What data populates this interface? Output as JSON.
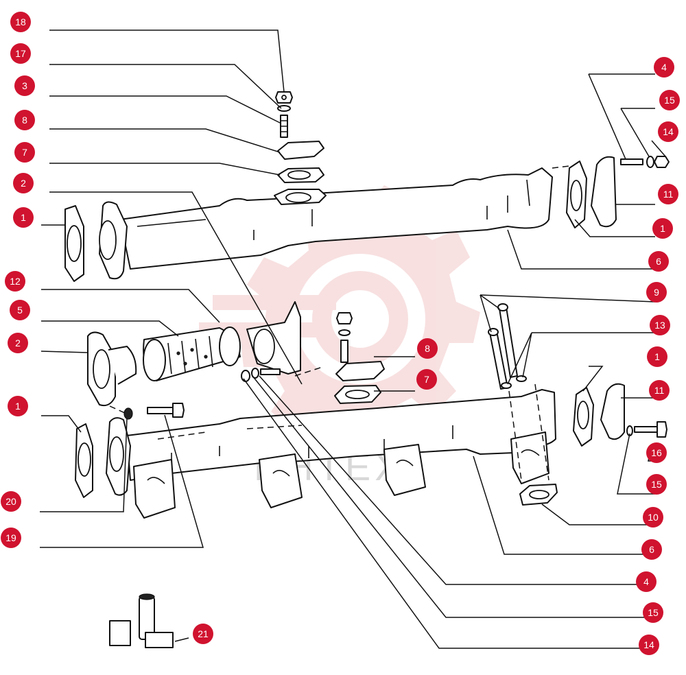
{
  "colors": {
    "callout": "#d0132f",
    "watermark": "#f3c8c8",
    "line": "#111111"
  },
  "watermark": {
    "text": "ИНТЕХ",
    "icon": "gear-logo-icon"
  },
  "callouts": [
    {
      "id": "c18l",
      "label": "18"
    },
    {
      "id": "c17l",
      "label": "17"
    },
    {
      "id": "c3l",
      "label": "3"
    },
    {
      "id": "c8l",
      "label": "8"
    },
    {
      "id": "c7l",
      "label": "7"
    },
    {
      "id": "c2l",
      "label": "2"
    },
    {
      "id": "c1l",
      "label": "1"
    },
    {
      "id": "c12l",
      "label": "12"
    },
    {
      "id": "c5l",
      "label": "5"
    },
    {
      "id": "c2l2",
      "label": "2"
    },
    {
      "id": "c1l2",
      "label": "1"
    },
    {
      "id": "c20l",
      "label": "20"
    },
    {
      "id": "c19l",
      "label": "19"
    },
    {
      "id": "c21",
      "label": "21"
    },
    {
      "id": "c4r",
      "label": "4"
    },
    {
      "id": "c15r",
      "label": "15"
    },
    {
      "id": "c14r",
      "label": "14"
    },
    {
      "id": "c11r",
      "label": "11"
    },
    {
      "id": "c1r",
      "label": "1"
    },
    {
      "id": "c6r",
      "label": "6"
    },
    {
      "id": "c9r",
      "label": "9"
    },
    {
      "id": "c13r",
      "label": "13"
    },
    {
      "id": "c1r2",
      "label": "1"
    },
    {
      "id": "c11r2",
      "label": "11"
    },
    {
      "id": "c16r",
      "label": "16"
    },
    {
      "id": "c15r2",
      "label": "15"
    },
    {
      "id": "c10r",
      "label": "10"
    },
    {
      "id": "c6r2",
      "label": "6"
    },
    {
      "id": "c4r2",
      "label": "4"
    },
    {
      "id": "c15r3",
      "label": "15"
    },
    {
      "id": "c14r2",
      "label": "14"
    },
    {
      "id": "c8m",
      "label": "8"
    },
    {
      "id": "c7m",
      "label": "7"
    }
  ]
}
